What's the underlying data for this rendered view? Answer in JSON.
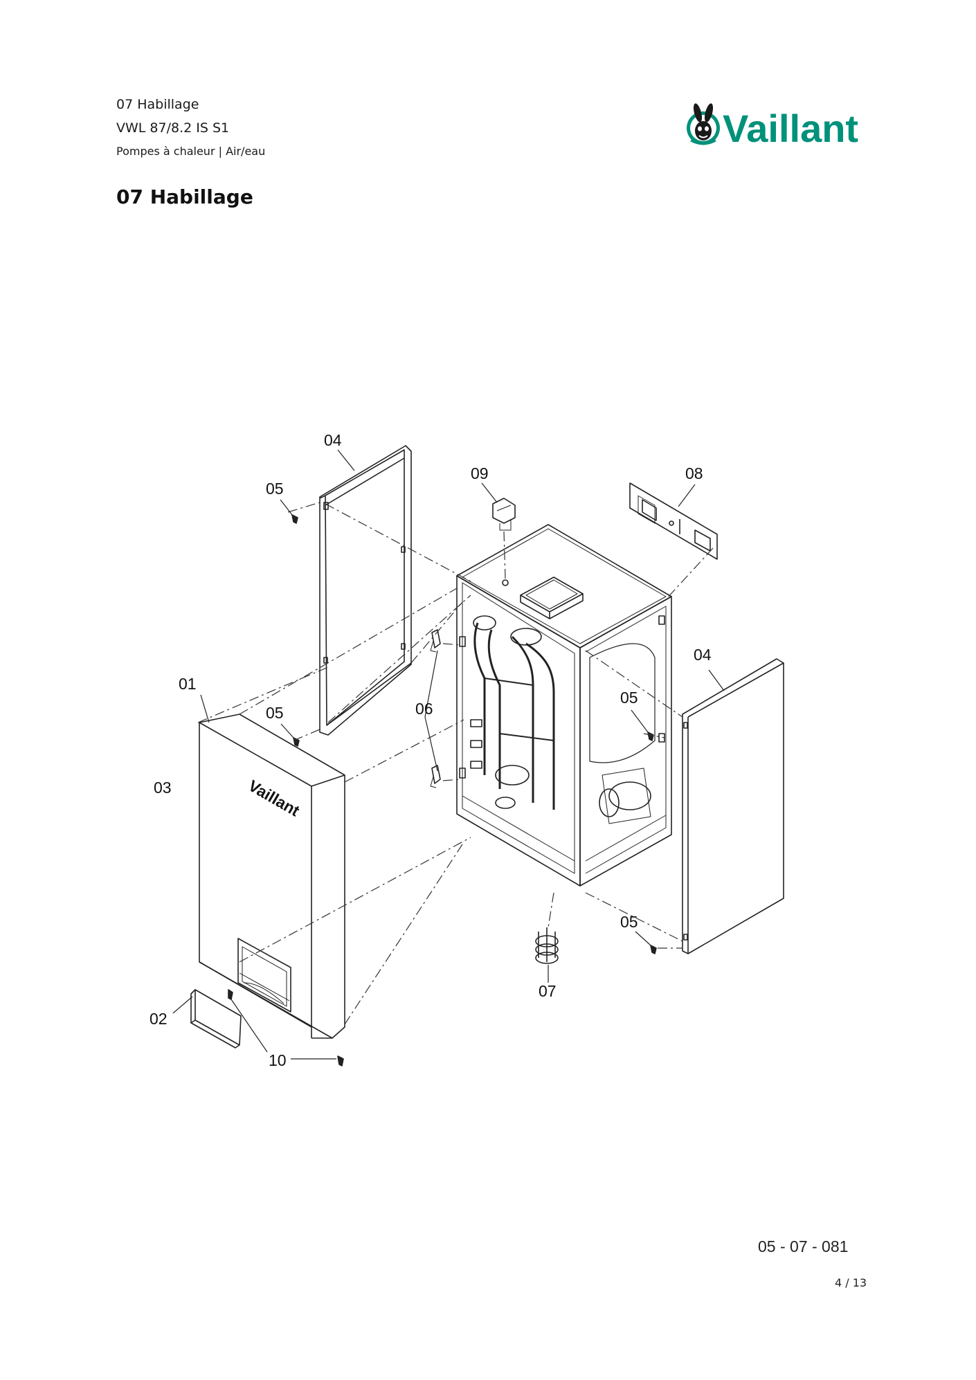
{
  "header": {
    "section": "07 Habillage",
    "model": "VWL 87/8.2 IS S1",
    "category": "Pompes à chaleur | Air/eau"
  },
  "brand": {
    "name": "Vaillant",
    "color": "#00917a",
    "icon": "hare-logo-icon"
  },
  "page_title": "07 Habillage",
  "diagram": {
    "callouts": [
      "04",
      "05",
      "09",
      "08",
      "04",
      "01",
      "05",
      "06",
      "05",
      "03",
      "05",
      "07",
      "02",
      "10"
    ],
    "front_panel_brand": "Vaillant"
  },
  "footer": {
    "doc_code": "05 - 07 - 081",
    "page": "4 / 13"
  }
}
